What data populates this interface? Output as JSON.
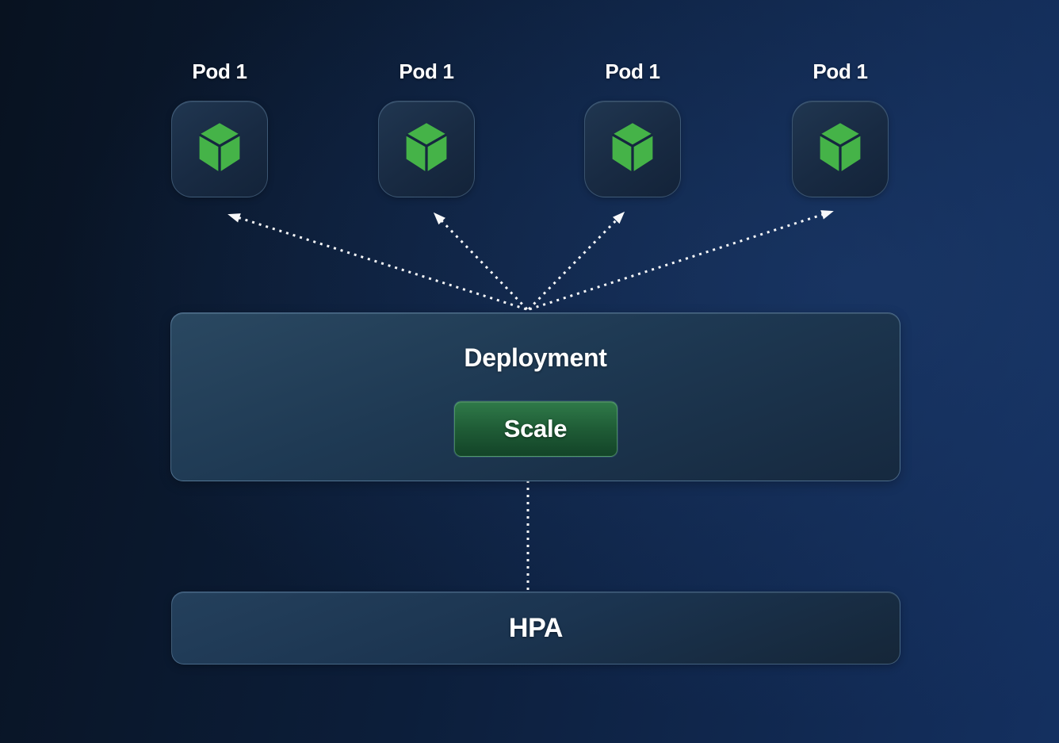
{
  "pods": [
    {
      "label": "Pod 1",
      "icon": "cube-icon"
    },
    {
      "label": "Pod 1",
      "icon": "cube-icon"
    },
    {
      "label": "Pod 1",
      "icon": "cube-icon"
    },
    {
      "label": "Pod 1",
      "icon": "cube-icon"
    }
  ],
  "deployment": {
    "title": "Deployment",
    "scale_button_label": "Scale"
  },
  "hpa": {
    "title": "HPA"
  },
  "connections": [
    {
      "from": "deployment",
      "to": "pod-1",
      "style": "dotted-arrow"
    },
    {
      "from": "deployment",
      "to": "pod-2",
      "style": "dotted-arrow"
    },
    {
      "from": "deployment",
      "to": "pod-3",
      "style": "dotted-arrow"
    },
    {
      "from": "deployment",
      "to": "pod-4",
      "style": "dotted-arrow"
    },
    {
      "from": "hpa",
      "to": "deployment-scale",
      "style": "dotted-arrow"
    }
  ],
  "colors": {
    "background_dark": "#081220",
    "background_light": "#143060",
    "panel_fill": "#1e3953",
    "panel_border": "#87afd2",
    "cube_green": "#45b348",
    "scale_button_green": "#1f5c36",
    "arrow_white": "#ffffff"
  }
}
